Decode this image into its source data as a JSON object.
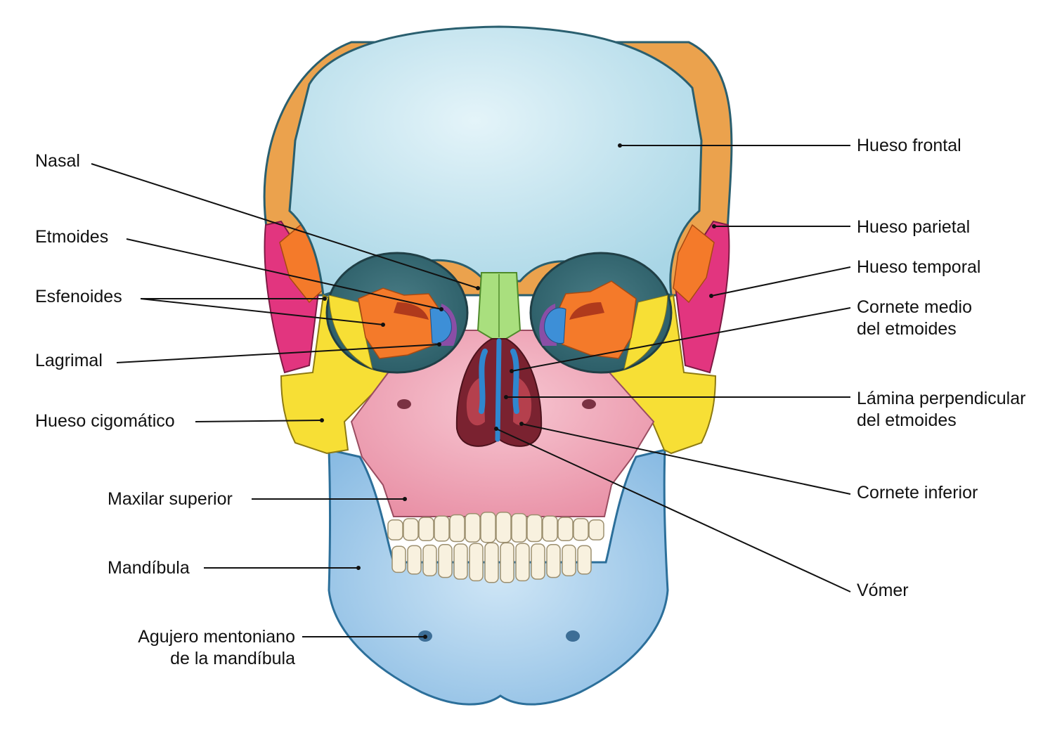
{
  "labels": {
    "nasal": "Nasal",
    "etmoides": "Etmoides",
    "esfenoides": "Esfenoides",
    "lagrimal": "Lagrimal",
    "cigomatico": "Hueso cigomático",
    "maxilar": "Maxilar superior",
    "mandibula": "Mandíbula",
    "agujero_1": "Agujero mentoniano",
    "agujero_2": "de la mandíbula",
    "frontal": "Hueso frontal",
    "parietal": "Hueso parietal",
    "temporal": "Hueso temporal",
    "cornete_medio_1": "Cornete medio",
    "cornete_medio_2": "del etmoides",
    "lamina_1": "Lámina perpendicular",
    "lamina_2": "del etmoides",
    "cornete_inferior": "Cornete inferior",
    "vomer": "Vómer"
  },
  "colors": {
    "frontal": "#bfe2ee",
    "parietal": "#eba24d",
    "temporal": "#e2357f",
    "sphenoid": "#f47a2a",
    "zygomatic": "#f7df35",
    "maxilla": "#efa6b7",
    "mandible": "#a9d0ec",
    "nasal": "#a9df7e",
    "lacrimal": "#3d8fd7",
    "ethmoid": "#8a4ea6",
    "vomer": "#2f87cf",
    "concha": "#9b2a35",
    "teeth": "#f8f1df"
  }
}
